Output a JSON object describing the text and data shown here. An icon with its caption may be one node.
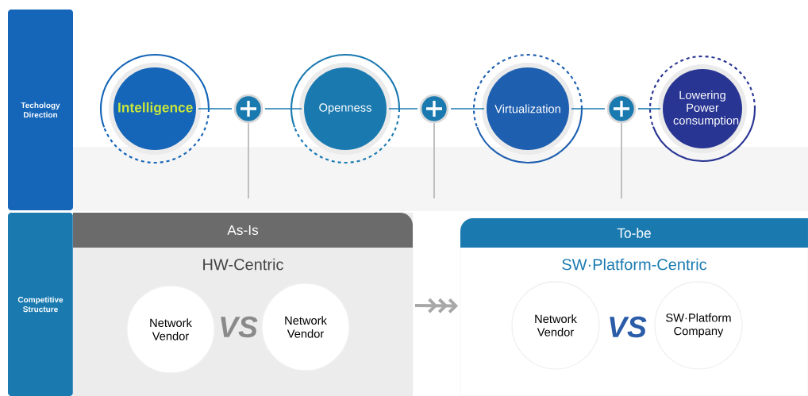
{
  "diagram": {
    "nodes": [
      {
        "text": [
          "Techology Direction"
        ]
      },
      {
        "text": [
          "Intelligence"
        ]
      },
      {
        "text": [],
        "shape": "circle"
      },
      {
        "text": [
          "Openness"
        ]
      },
      {
        "text": [],
        "shape": "circle"
      },
      {
        "text": [
          "Virtualization"
        ]
      },
      {
        "text": [],
        "shape": "circle"
      },
      {
        "text": [
          "Lowering Power consumption"
        ]
      },
      {
        "text": [
          "Competitive Structure"
        ]
      },
      {
        "text": [
          "As-Is",
          "HW-Centric"
        ]
      },
      {
        "text": [
          "Network Vendor"
        ],
        "in": 9
      },
      {
        "text": [
          "Network Vendor"
        ],
        "in": 9
      },
      {
        "text": [
          "To-be",
          "SW·Platform-Centric"
        ]
      },
      {
        "text": [
          "Network Vendor"
        ],
        "in": 12
      },
      {
        "text": [
          "SW·Platform Company"
        ],
        "in": 12
      }
    ],
    "edges": [
      {
        "from": 1,
        "to": 2,
        "arrow": "none"
      },
      {
        "from": 2,
        "to": 3,
        "arrow": "none"
      },
      {
        "from": 3,
        "to": 4,
        "arrow": "none"
      },
      {
        "from": 4,
        "to": 5,
        "arrow": "none"
      },
      {
        "from": 5,
        "to": 6,
        "arrow": "none"
      },
      {
        "from": 6,
        "to": 7,
        "arrow": "none"
      },
      {
        "from": 9,
        "to": 12,
        "arrow": "to",
        "style": "thick",
        "color": "#a8a8a8"
      }
    ],
    "labels": [
      "VS",
      "VS"
    ]
  }
}
